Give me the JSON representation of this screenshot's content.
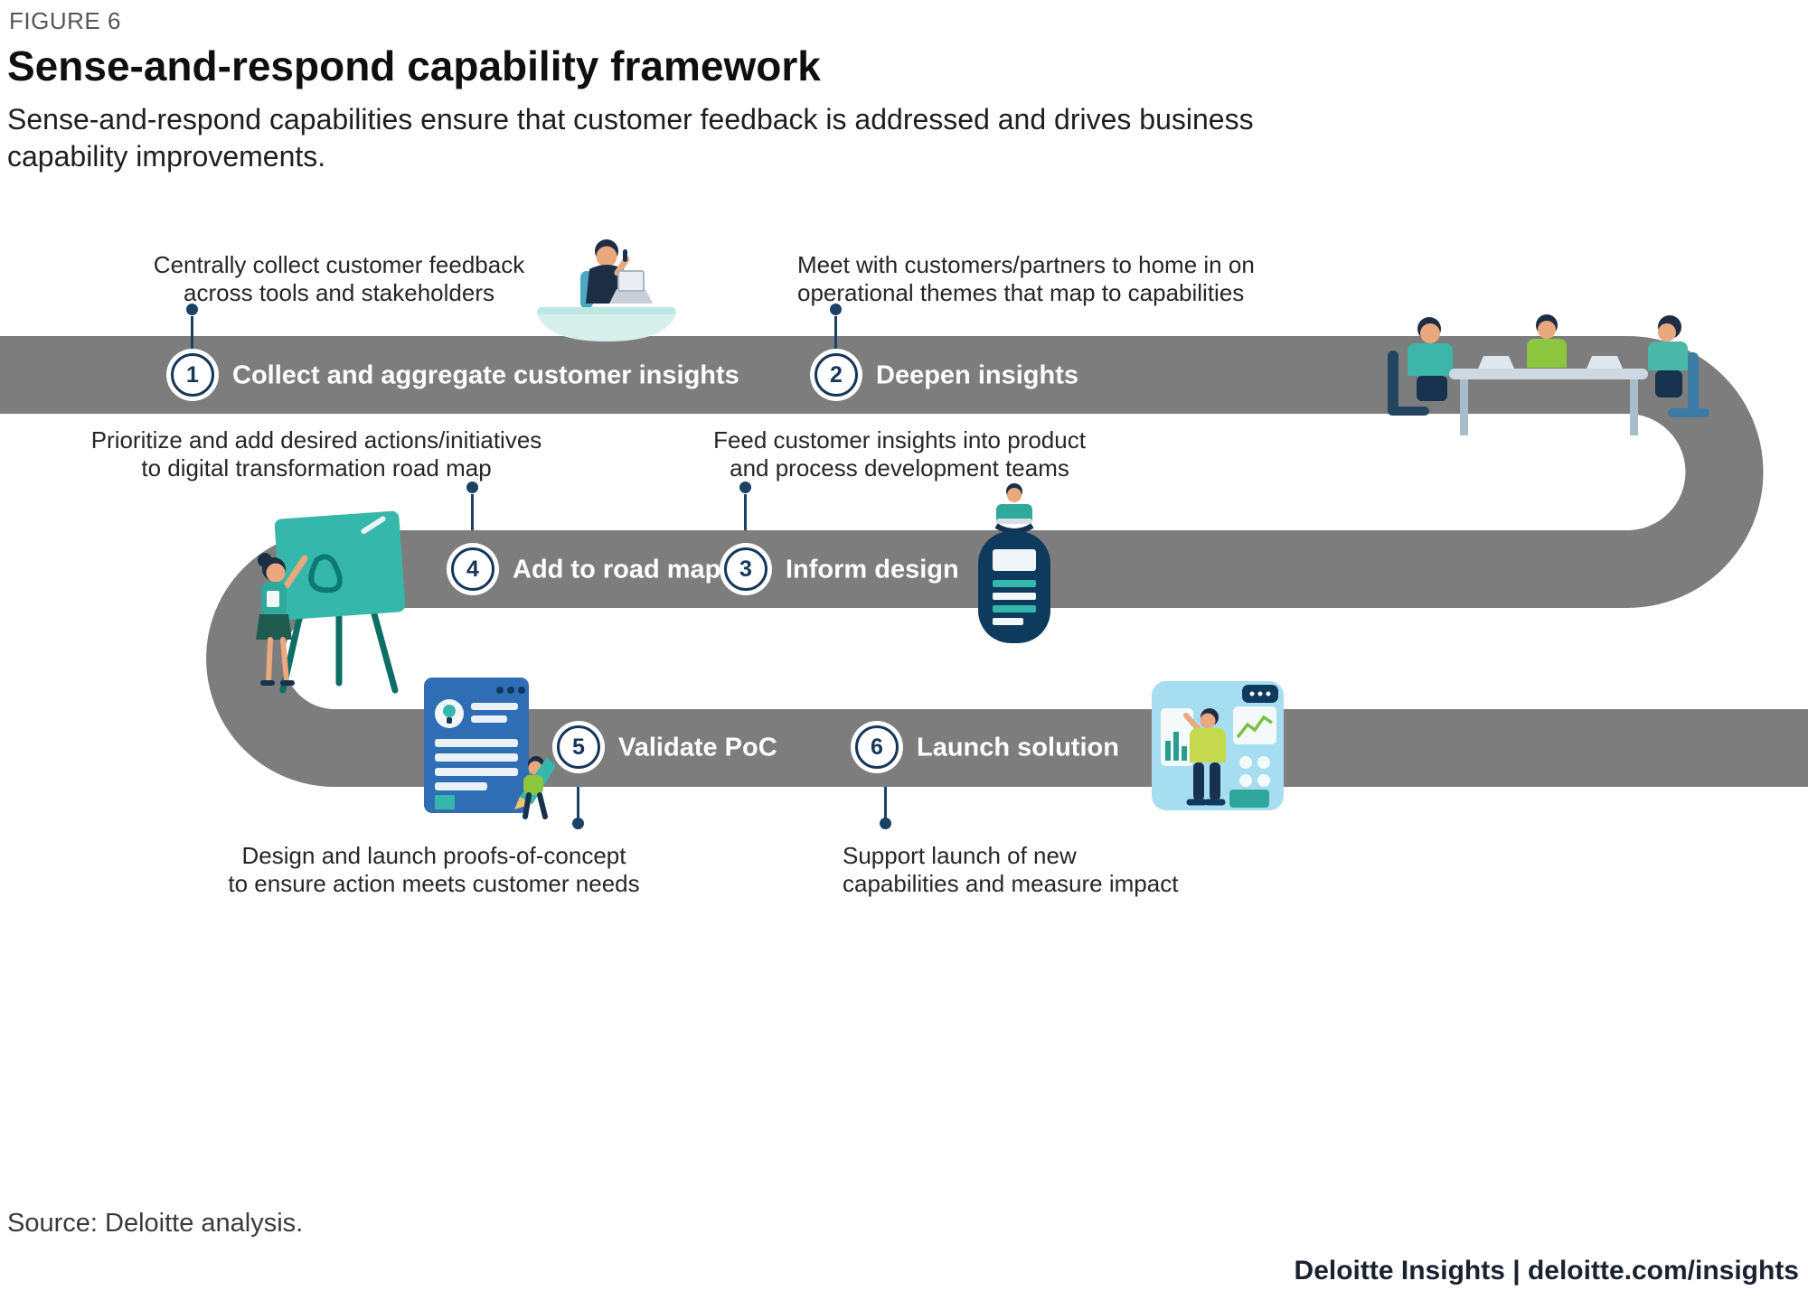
{
  "figure": {
    "label": "FIGURE 6",
    "title": "Sense-and-respond capability framework",
    "subtitle": "Sense-and-respond capabilities ensure that customer feedback is addressed and drives business capability improvements."
  },
  "steps": [
    {
      "number": "1",
      "label": "Collect and aggregate customer insights",
      "annotation": {
        "line1": "Centrally collect customer feedback",
        "line2": "across tools and stakeholders"
      }
    },
    {
      "number": "2",
      "label": "Deepen insights",
      "annotation": {
        "line1": "Meet with customers/partners to home in on",
        "line2": "operational themes that map to capabilities"
      }
    },
    {
      "number": "3",
      "label": "Inform design",
      "annotation": {
        "line1": "Feed customer insights into product",
        "line2": "and process development teams"
      }
    },
    {
      "number": "4",
      "label": "Add to road map",
      "annotation": {
        "line1": "Prioritize and add desired actions/initiatives",
        "line2": "to digital transformation road map"
      }
    },
    {
      "number": "5",
      "label": "Validate PoC",
      "annotation": {
        "line1": "Design and launch proofs-of-concept",
        "line2": "to ensure action meets customer needs"
      }
    },
    {
      "number": "6",
      "label": "Launch solution",
      "annotation": {
        "line1": "Support launch of new",
        "line2": "capabilities and measure impact"
      }
    }
  ],
  "source": "Source: Deloitte analysis.",
  "footer": {
    "text": "Deloitte Insights | deloitte.com/insights"
  },
  "colors": {
    "road_gray": "#7d7d7d",
    "accent_navy": "#16365c",
    "connector_navy": "#1b4264",
    "teal": "#35b8ab",
    "green": "#8cc63f",
    "light_blue": "#a6ddf1",
    "panel_blue": "#2f6db5"
  }
}
